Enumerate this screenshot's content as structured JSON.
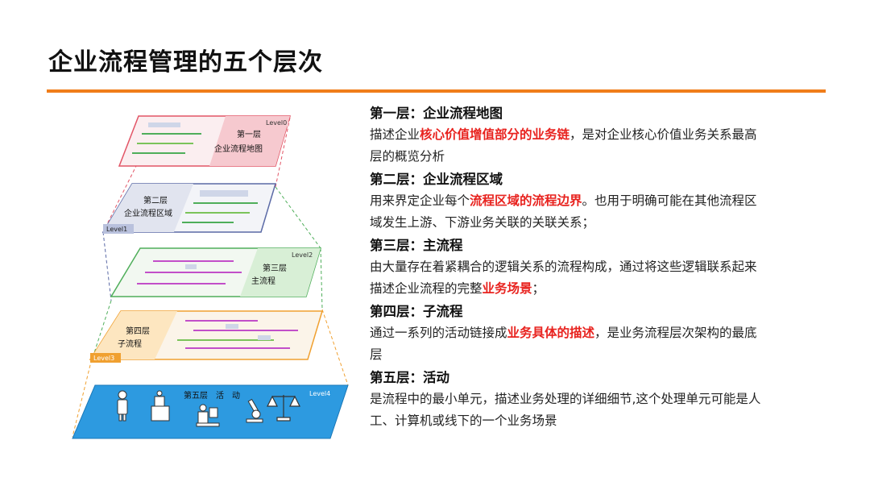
{
  "slide": {
    "title": "企业流程管理的五个层次"
  },
  "diagram": {
    "levels": [
      {
        "tag": "Level0",
        "label_line1": "第一层",
        "label_line2": "企业流程地图",
        "color": "#e25566"
      },
      {
        "tag": "Level1",
        "label_line1": "第二层",
        "label_line2": "企业流程区域",
        "color": "#5b6aa6"
      },
      {
        "tag": "Level2",
        "label_line1": "第三层",
        "label_line2": "主流程",
        "color": "#4fae5a"
      },
      {
        "tag": "Level3",
        "label_line1": "第四层",
        "label_line2": "子流程",
        "color": "#f0a030"
      },
      {
        "tag": "Level4",
        "label_line1": "第五层　活　动",
        "label_line2": "",
        "color": "#2a8fd8"
      }
    ]
  },
  "layers": [
    {
      "heading": "第一层：企业流程地图",
      "desc_before": "描述企业",
      "desc_highlight": "核心价值增值部分的业务链",
      "desc_after": "，是对企业核心价值业务关系最高层的概览分析"
    },
    {
      "heading": "第二层：企业流程区域",
      "desc_before": "用来界定企业每个",
      "desc_highlight": "流程区域的流程边界",
      "desc_after": "。也用于明确可能在其他流程区域发生上游、下游业务关联的关联关系；"
    },
    {
      "heading": "第三层：主流程",
      "desc_before": "由大量存在着紧耦合的逻辑关系的流程构成，通过将这些逻辑联系起来描述企业流程的完整",
      "desc_highlight": "业务场景",
      "desc_after": "；"
    },
    {
      "heading": "第四层：子流程",
      "desc_before": "通过一系列的活动链接成",
      "desc_highlight": "业务具体的描述",
      "desc_after": "，是业务流程层次架构的最底层"
    },
    {
      "heading": "第五层：活动",
      "desc_before": "是流程中的最小单元，描述业务处理的详细细节,这个处理单元可能是人工、计算机或线下的一个业务场景",
      "desc_highlight": "",
      "desc_after": ""
    }
  ]
}
